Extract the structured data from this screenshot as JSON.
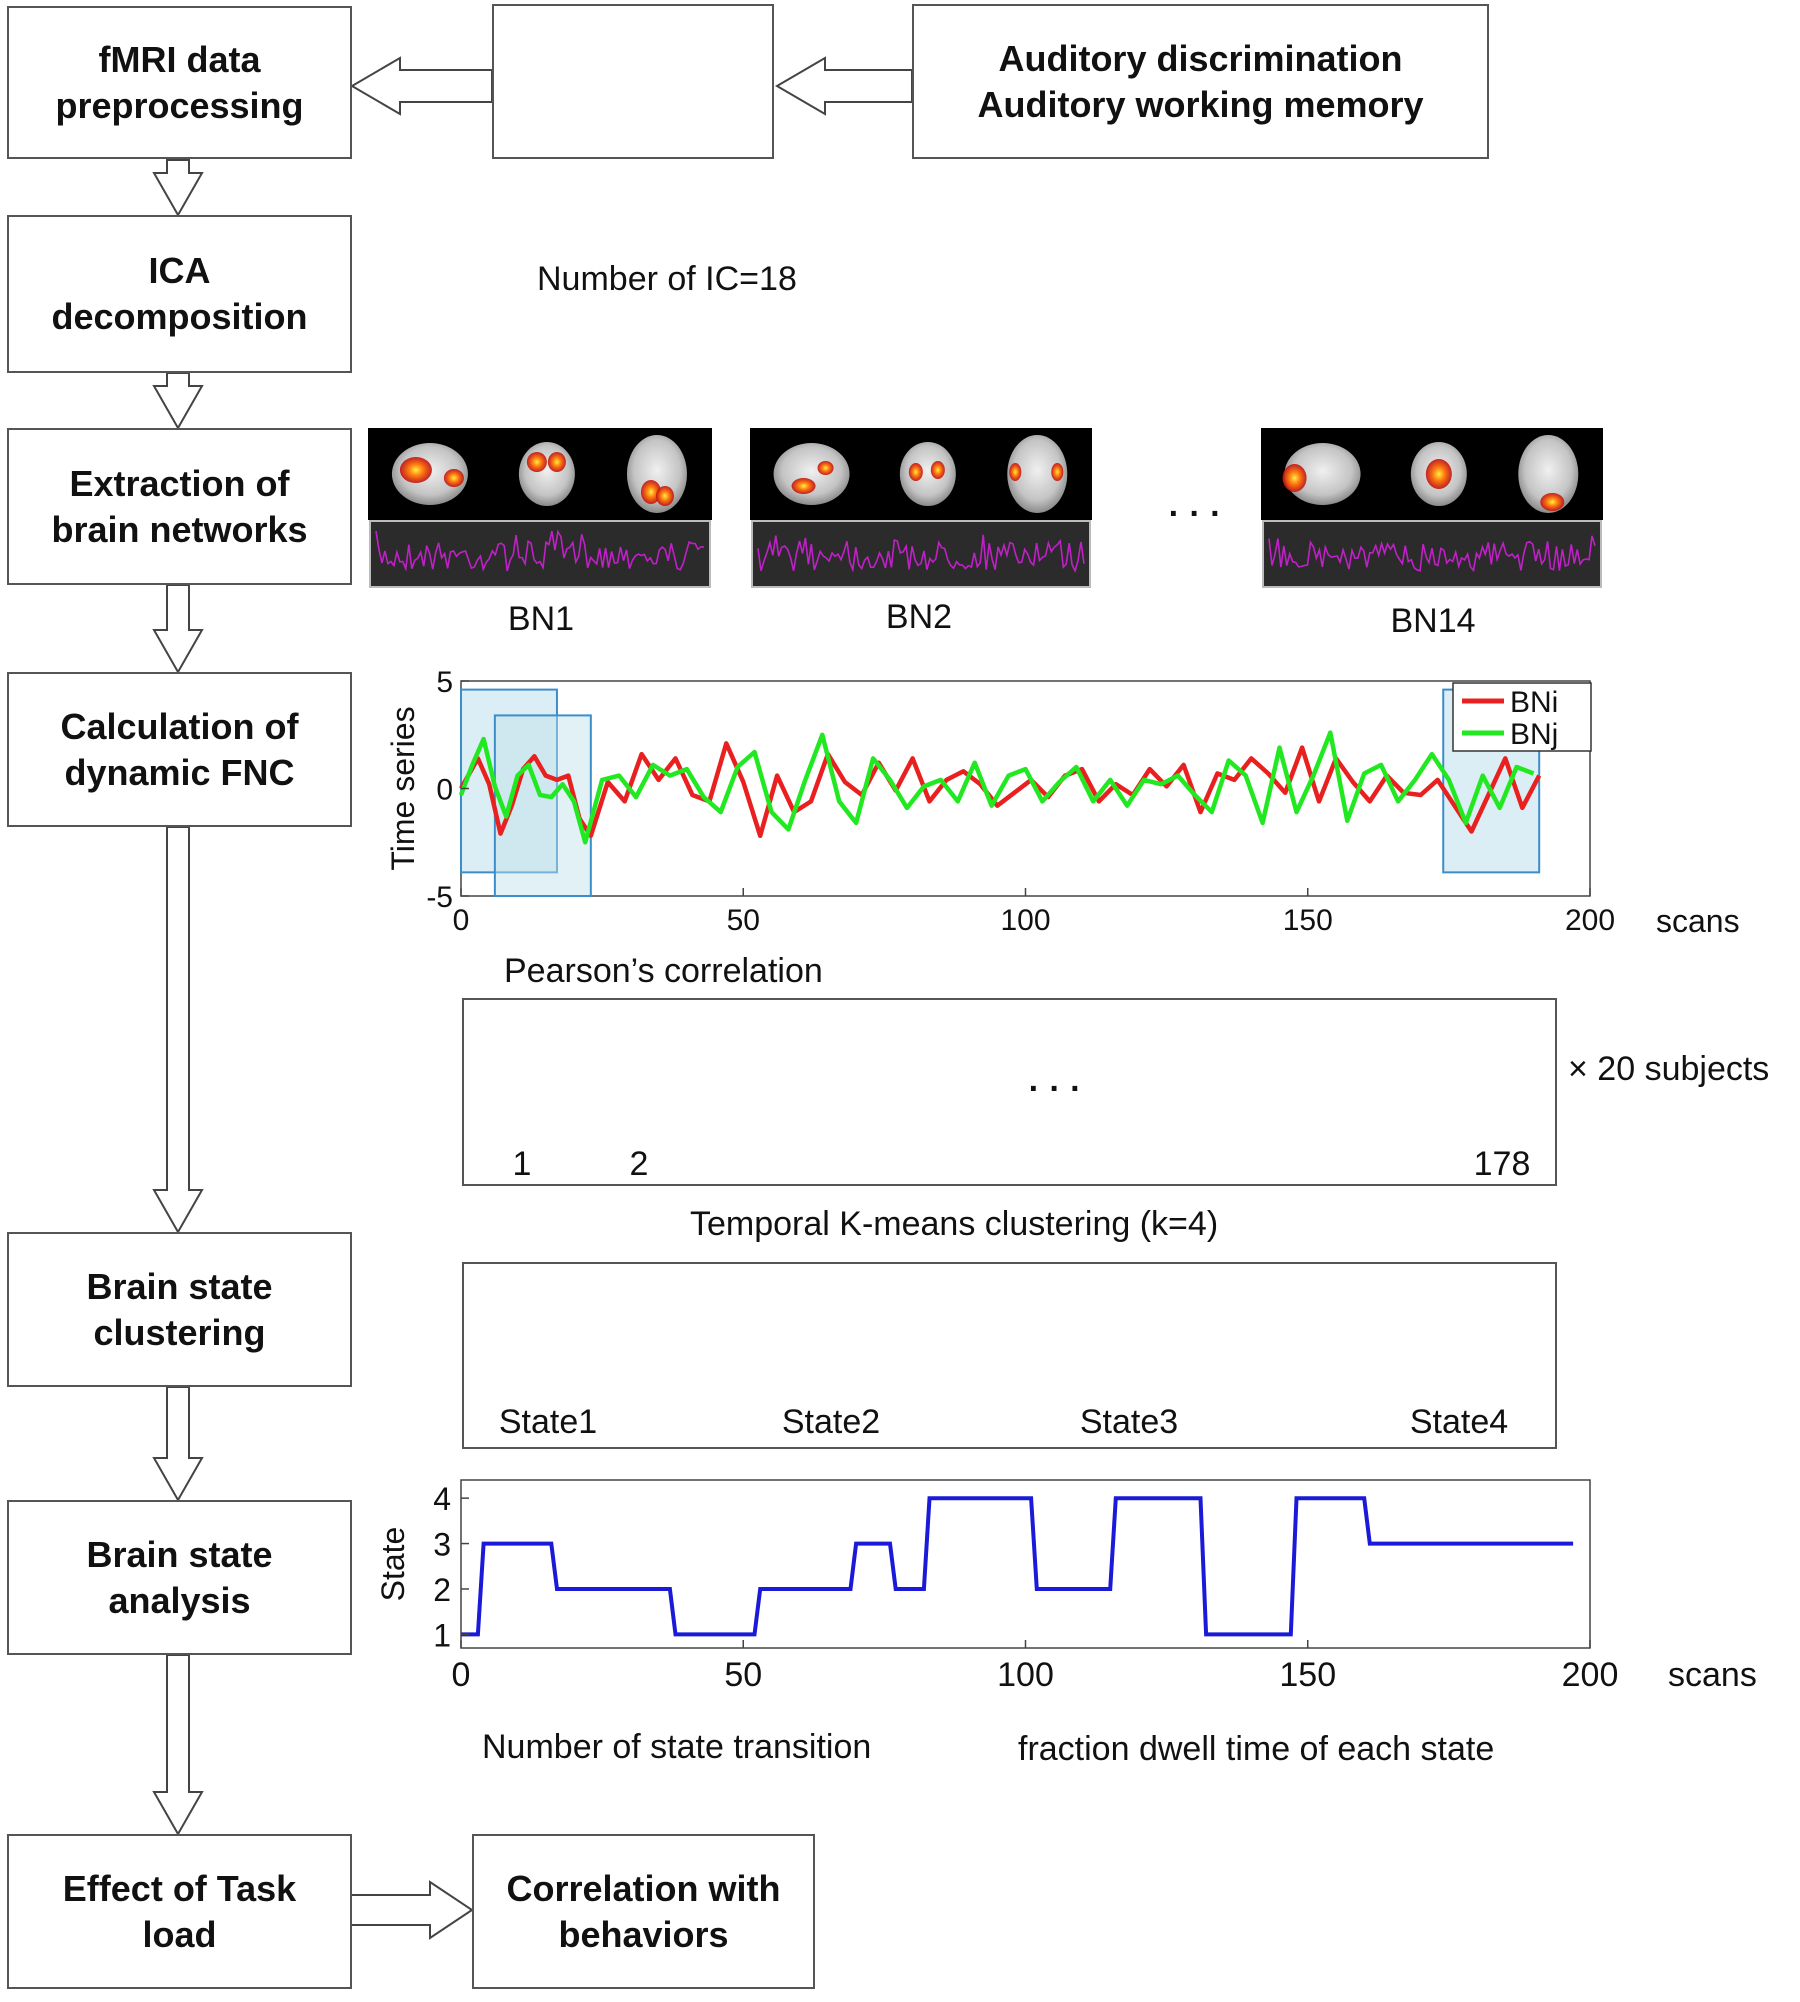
{
  "steps": [
    {
      "line1": "fMRI data",
      "line2": "preprocessing"
    },
    {
      "line1": "ICA",
      "line2": "decomposition"
    },
    {
      "line1": "Extraction of",
      "line2": "brain networks"
    },
    {
      "line1": "Calculation of",
      "line2": "dynamic FNC"
    },
    {
      "line1": "Brain state",
      "line2": "clustering"
    },
    {
      "line1": "Brain state",
      "line2": "analysis"
    },
    {
      "line1": "Effect of Task",
      "line2": "load"
    }
  ],
  "tasks": {
    "line1": "Auditory discrimination",
    "line2": "Auditory working memory"
  },
  "behaviors": {
    "line1": "Correlation with",
    "line2": "behaviors"
  },
  "ica_note": "Number of IC=18",
  "networks": {
    "labels": [
      "BN1",
      "BN2",
      "BN14"
    ],
    "ellipsis": "· · ·"
  },
  "ts_chart": {
    "ylabel": "Time series",
    "unit": "scans",
    "xticks": [
      "0",
      "50",
      "100",
      "150",
      "200"
    ],
    "yticks": [
      "5",
      "0",
      "-5"
    ],
    "legend": [
      "BNi",
      "BNj"
    ],
    "colors": {
      "BNi": "#e8201f",
      "BNj": "#22e822"
    }
  },
  "pearson_label": "Pearson’s correlation",
  "matrices": {
    "labels": [
      "1",
      "2",
      "178"
    ],
    "ellipsis": "· · ·",
    "subjects": "× 20 subjects"
  },
  "clustering_label": "Temporal K-means clustering (k=4)",
  "states": [
    "State1",
    "State2",
    "State3",
    "State4"
  ],
  "state_chart": {
    "ylabel": "State",
    "unit": "scans",
    "xticks": [
      "0",
      "50",
      "100",
      "150",
      "200"
    ],
    "yticks": [
      "1",
      "2",
      "3",
      "4"
    ],
    "color": "#1a1ad8"
  },
  "metrics": {
    "transitions": "Number of state transition",
    "dwell": "fraction dwell time of each state"
  },
  "chart_data": [
    {
      "type": "line",
      "xlabel": "scans",
      "ylabel": "Time series",
      "xlim": [
        0,
        200
      ],
      "ylim": [
        -5,
        5
      ],
      "legend_position": "top-right",
      "series": [
        {
          "name": "BNi",
          "x": [
            0,
            3,
            5,
            7,
            9,
            11,
            13,
            15,
            17,
            19,
            21,
            23,
            26,
            29,
            32,
            35,
            38,
            41,
            44,
            47,
            50,
            53,
            56,
            59,
            62,
            65,
            68,
            71,
            74,
            77,
            80,
            83,
            86,
            89,
            92,
            95,
            98,
            101,
            104,
            107,
            110,
            113,
            116,
            119,
            122,
            125,
            128,
            131,
            134,
            137,
            140,
            143,
            146,
            149,
            152,
            155,
            158,
            161,
            164,
            167,
            170,
            173,
            176,
            179,
            182,
            185,
            188,
            191
          ],
          "y": [
            0,
            1.4,
            0.2,
            -2.1,
            -0.8,
            0.9,
            1.5,
            0.6,
            0.4,
            0.6,
            -1.4,
            -2.2,
            0.3,
            -0.6,
            1.6,
            0.4,
            1.4,
            -0.3,
            -0.6,
            2.1,
            0.3,
            -2.2,
            0.6,
            -1.1,
            -0.6,
            1.6,
            0.3,
            -0.3,
            1.2,
            -0.1,
            1.4,
            -0.6,
            0.4,
            0.8,
            0.2,
            -0.8,
            -0.2,
            0.4,
            -0.4,
            0.6,
            0.9,
            -0.6,
            0.2,
            -0.3,
            0.9,
            0.1,
            1.1,
            -1.1,
            0.7,
            0.4,
            1.4,
            0.7,
            -0.2,
            1.9,
            -0.6,
            1.4,
            0.3,
            -0.6,
            0.6,
            -0.2,
            -0.3,
            0.4,
            -0.8,
            -2.0,
            -0.3,
            1.4,
            -0.9,
            0.6
          ]
        },
        {
          "name": "BNj",
          "x": [
            0,
            2,
            4,
            6,
            8,
            10,
            12,
            14,
            16,
            18,
            20,
            22,
            25,
            28,
            31,
            34,
            37,
            40,
            43,
            46,
            49,
            52,
            55,
            58,
            61,
            64,
            67,
            70,
            73,
            76,
            79,
            82,
            85,
            88,
            91,
            94,
            97,
            100,
            103,
            106,
            109,
            112,
            115,
            118,
            121,
            124,
            127,
            130,
            133,
            136,
            139,
            142,
            145,
            148,
            151,
            154,
            157,
            160,
            163,
            166,
            169,
            172,
            175,
            178,
            181,
            184,
            187,
            190
          ],
          "y": [
            -0.3,
            1.1,
            2.3,
            0.1,
            -1.3,
            0.6,
            1.1,
            -0.3,
            -0.4,
            0.2,
            -0.6,
            -2.5,
            0.4,
            0.6,
            -0.4,
            1.1,
            0.6,
            0.9,
            -0.4,
            -1.1,
            1.0,
            1.7,
            -1.1,
            -1.9,
            0.4,
            2.5,
            -0.6,
            -1.6,
            1.4,
            0.4,
            -0.9,
            0.1,
            0.4,
            -0.6,
            1.2,
            -0.8,
            0.6,
            0.9,
            -0.6,
            0.3,
            1.0,
            -0.6,
            0.4,
            -0.8,
            0.4,
            0.2,
            0.6,
            -0.3,
            -1.1,
            1.3,
            0.6,
            -1.6,
            1.9,
            -1.1,
            0.6,
            2.6,
            -1.5,
            0.7,
            1.1,
            -0.6,
            0.4,
            1.6,
            0.4,
            -1.6,
            0.6,
            -0.9,
            1.0,
            0.7
          ]
        }
      ]
    },
    {
      "type": "line",
      "xlabel": "scans",
      "ylabel": "State",
      "xlim": [
        0,
        200
      ],
      "ylim": [
        0.7,
        4.4
      ],
      "series": [
        {
          "name": "",
          "x": [
            0,
            3,
            4,
            16,
            17,
            37,
            38,
            52,
            53,
            69,
            70,
            76,
            77,
            82,
            83,
            101,
            102,
            115,
            116,
            131,
            132,
            147,
            148,
            160,
            161,
            170,
            171,
            184,
            185,
            197
          ],
          "y": [
            1,
            1,
            3,
            3,
            2,
            2,
            1,
            1,
            2,
            2,
            3,
            3,
            2,
            2,
            4,
            4,
            2,
            2,
            4,
            4,
            1,
            1,
            4,
            4,
            3,
            3,
            3,
            3,
            3,
            3
          ]
        }
      ]
    }
  ]
}
